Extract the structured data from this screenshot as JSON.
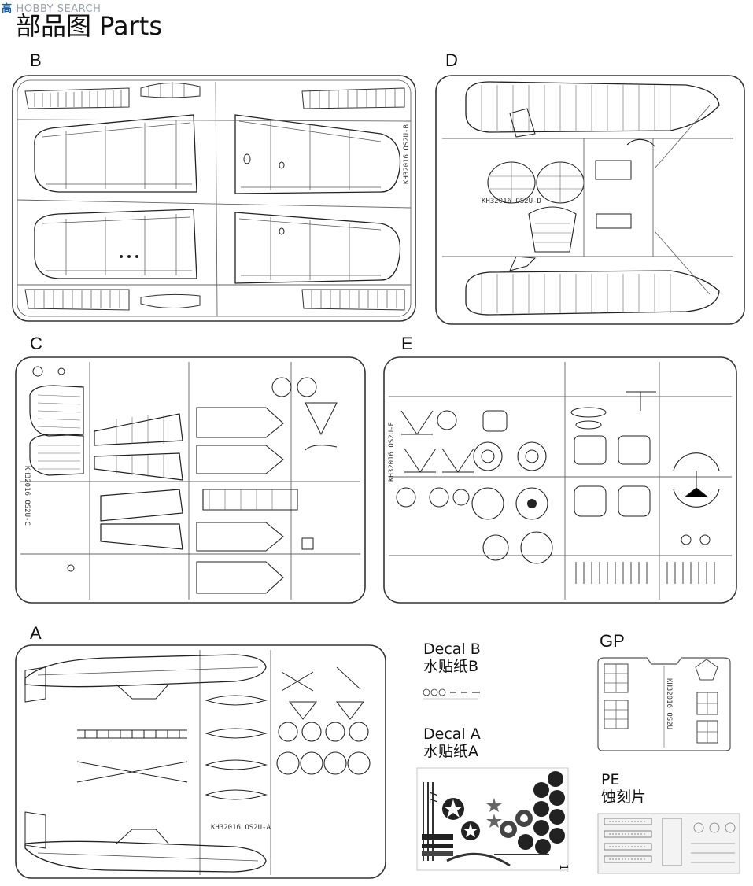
{
  "watermark": {
    "part_a": "高",
    "part_b": "HOBBY SEARCH"
  },
  "page": {
    "title": "部品图 Parts"
  },
  "sprues": {
    "B": {
      "label": "B",
      "code": "KH32016 OS2U-B"
    },
    "D": {
      "label": "D",
      "code": "KH32016 OS2U-D"
    },
    "C": {
      "label": "C",
      "code": "KH32016 OS2U-C"
    },
    "E": {
      "label": "E",
      "code": "KH32016 OS2U-E"
    },
    "A": {
      "label": "A",
      "code": "KH32016 OS2U-A"
    },
    "GP": {
      "label": "GP",
      "code": "KH32016 OS2U"
    }
  },
  "decal_b": {
    "label_en": "Decal B",
    "label_cn": "水贴纸B"
  },
  "decal_a": {
    "label_en": "Decal A",
    "label_cn": "水贴纸A",
    "numbers": [
      "77",
      "11"
    ]
  },
  "pe": {
    "label_en": "PE",
    "label_cn": "蚀刻片"
  }
}
